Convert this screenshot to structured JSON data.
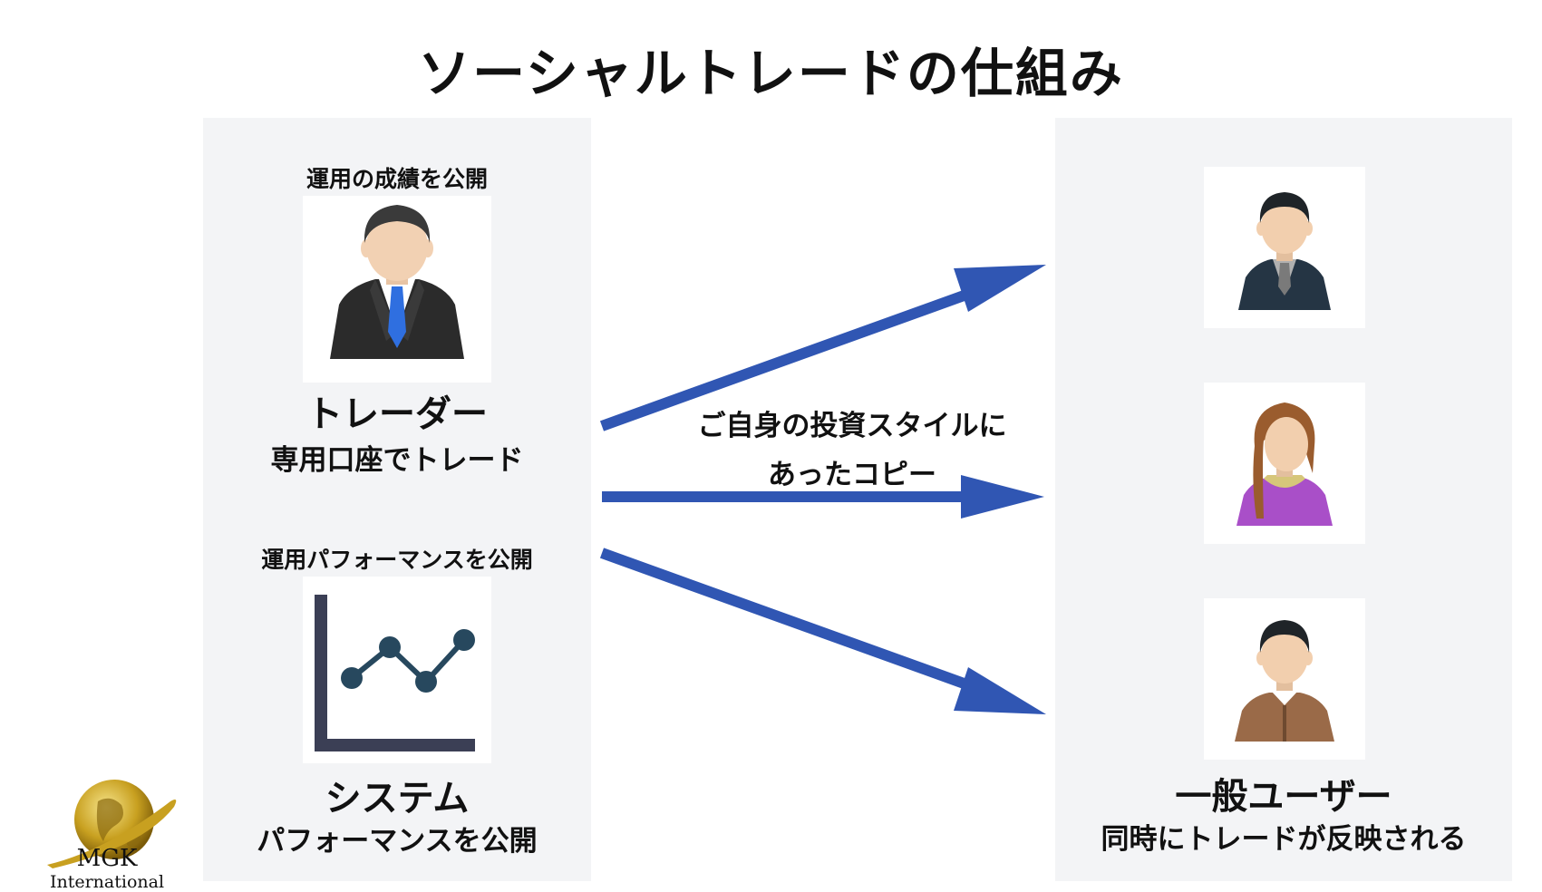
{
  "title": "ソーシャルトレードの仕組み",
  "left": {
    "trader": {
      "top_caption": "運用の成績を公開",
      "name": "トレーダー",
      "sub": "専用口座でトレード",
      "icon": "businessman-icon"
    },
    "system": {
      "top_caption": "運用パフォーマンスを公開",
      "name": "システム",
      "sub": "パフォーマンスを公開",
      "icon": "line-chart-icon"
    }
  },
  "center": {
    "line1": "ご自身の投資スタイルに",
    "line2": "あったコピー"
  },
  "right": {
    "name": "一般ユーザー",
    "sub": "同時にトレードが反映される",
    "users": [
      "user-man-suit-icon",
      "user-woman-icon",
      "user-man-casual-icon"
    ]
  },
  "logo": {
    "line1": "MGK",
    "line2": "International",
    "icon": "globe-logo-icon"
  },
  "colors": {
    "arrow": "#3056b3",
    "panel": "#f3f4f6"
  }
}
